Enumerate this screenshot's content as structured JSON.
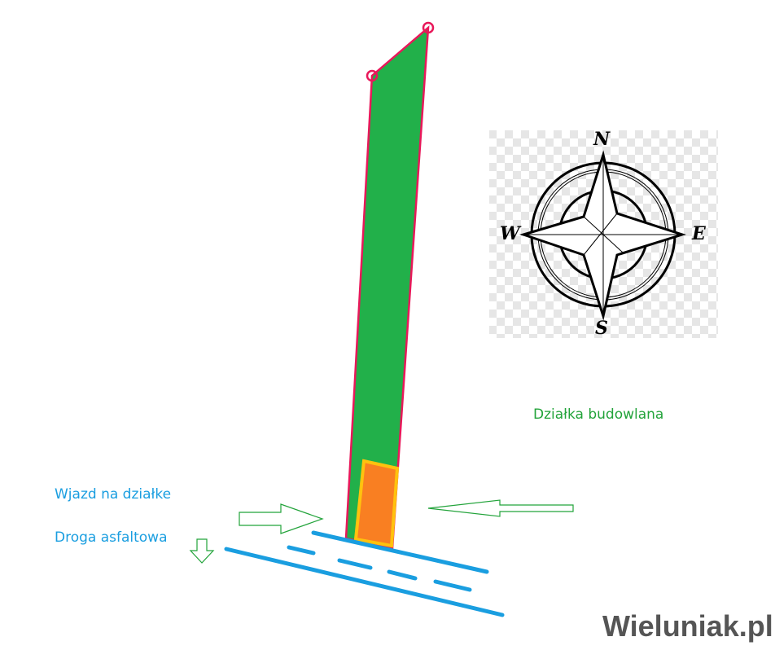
{
  "labels": {
    "building_plot": "Działka budowlana",
    "entrance": "Wjazd na działke",
    "road": "Droga asfaltowa"
  },
  "compass": {
    "north": "N",
    "south": "S",
    "east": "E",
    "west": "W"
  },
  "watermark": "Wieluniak.pl",
  "colors": {
    "plot": "#22b04a",
    "border": "#e8185a",
    "house": "#f97f22",
    "house_border": "#ffc20e",
    "road": "#1a9ee0",
    "arrow": "#22a33a"
  }
}
